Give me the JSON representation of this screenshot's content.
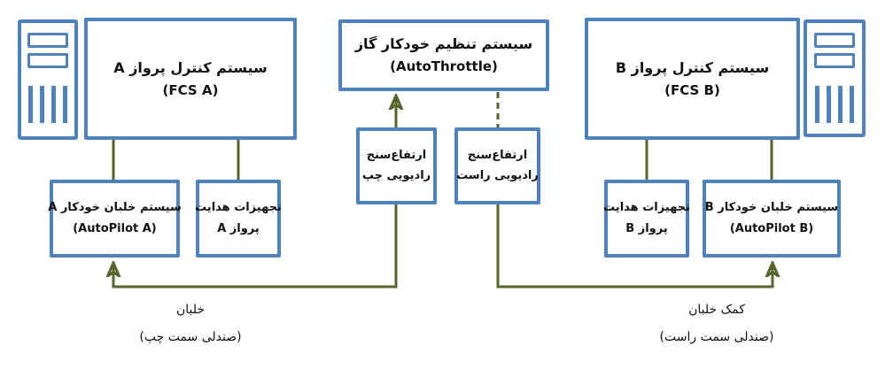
{
  "diagram_title": "Flight control system architecture (Persian block diagram)",
  "colors": {
    "box_border_blue": "#4f81bd",
    "connector_olive": "#55652b",
    "text": "#111111",
    "background": "#ffffff"
  },
  "boxes": {
    "fcs_a": {
      "line1": "سیستم کنترل پرواز A",
      "line2": "(FCS A)"
    },
    "autothrottle": {
      "line1": "سیستم تنظیم خودکار گاز",
      "line2": "(AutoThrottle)"
    },
    "fcs_b": {
      "line1": "سیستم کنترل پرواز B",
      "line2": "(FCS B)"
    },
    "autopilot_a": {
      "line1": "سیستم خلبان خودکار A",
      "line2": "(AutoPilot A)"
    },
    "fge_a": {
      "line1": "تجهیزات هدایت",
      "line2": "پرواز A"
    },
    "ra_left": {
      "line1": "ارتفاع‌سنج",
      "line2": "رادیویی چپ"
    },
    "ra_right": {
      "line1": "ارتفاع‌سنج",
      "line2": "رادیویی راست"
    },
    "fge_b": {
      "line1": "تجهیزات هدایت",
      "line2": "پرواز B"
    },
    "autopilot_b": {
      "line1": "سیستم خلبان خودکار B",
      "line2": "(AutoPilot B)"
    }
  },
  "captions": {
    "pilot": {
      "line1": "خلبان",
      "line2": "(صندلی سمت چپ)"
    },
    "copilot": {
      "line1": "کمک خلبان",
      "line2": "(صندلی سمت راست)"
    }
  },
  "icons": {
    "tower_left": "computer-tower-icon",
    "tower_right": "computer-tower-icon"
  },
  "connectors": {
    "fcs_a_to_autopilot_a": "solid line",
    "fcs_a_to_fge_a": "solid line",
    "fcs_b_to_fge_b": "solid line",
    "fcs_b_to_autopilot_b": "solid line",
    "ra_left_to_autothrottle": "solid arrow up",
    "ra_right_to_autothrottle": "dashed line",
    "ra_left_to_autopilot_a": "solid arrow (down, left, up)",
    "ra_right_to_autopilot_b": "solid arrow (down, right, up)"
  }
}
